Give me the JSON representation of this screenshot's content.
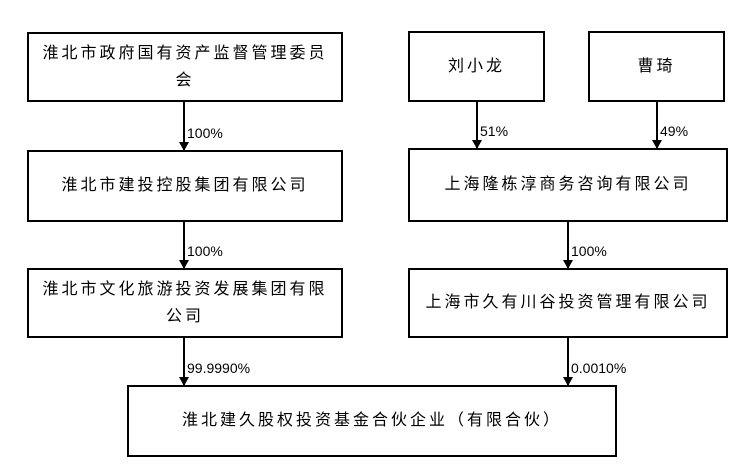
{
  "diagram": {
    "type": "ownership-structure-flowchart",
    "colors": {
      "border": "#000000",
      "text": "#000000",
      "background": "#ffffff"
    },
    "nodes": [
      {
        "id": "gov",
        "label": "淮北市政府国有资产监督管理委员会"
      },
      {
        "id": "liu",
        "label": "刘小龙"
      },
      {
        "id": "cao",
        "label": "曹琦"
      },
      {
        "id": "jiantou",
        "label": "淮北市建投控股集团有限公司"
      },
      {
        "id": "longdongchun",
        "label": "上海隆栋淳商务咨询有限公司"
      },
      {
        "id": "wenlv",
        "label": "淮北市文化旅游投资发展集团有限公司"
      },
      {
        "id": "jiuyou",
        "label": "上海市久有川谷投资管理有限公司"
      },
      {
        "id": "fund",
        "label": "淮北建久股权投资基金合伙企业（有限合伙）"
      }
    ],
    "edges": [
      {
        "from": "gov",
        "to": "jiantou",
        "label": "100%"
      },
      {
        "from": "liu",
        "to": "longdongchun",
        "label": "51%"
      },
      {
        "from": "cao",
        "to": "longdongchun",
        "label": "49%"
      },
      {
        "from": "jiantou",
        "to": "wenlv",
        "label": "100%"
      },
      {
        "from": "longdongchun",
        "to": "jiuyou",
        "label": "100%"
      },
      {
        "from": "wenlv",
        "to": "fund",
        "label": "99.9990%"
      },
      {
        "from": "jiuyou",
        "to": "fund",
        "label": "0.0010%"
      }
    ]
  }
}
